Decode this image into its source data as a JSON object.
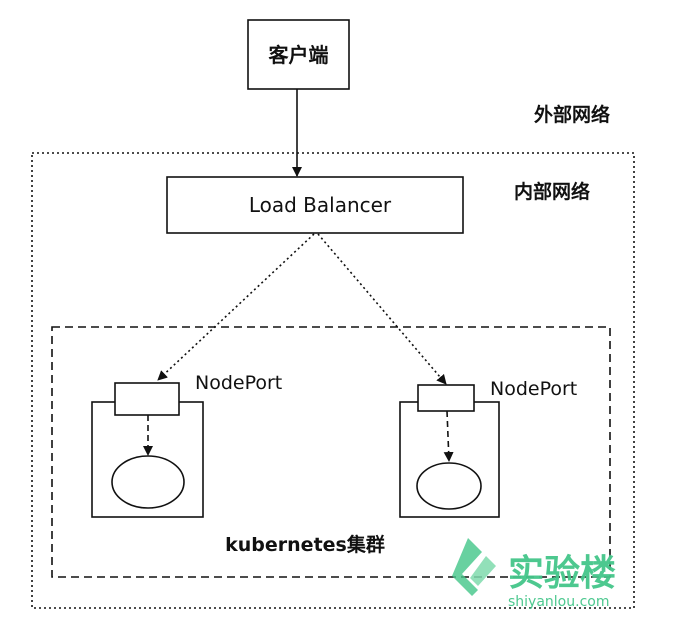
{
  "nodes": {
    "client": "客户端",
    "load_balancer": "Load Balancer",
    "nodeport_left": "NodePort",
    "nodeport_right": "NodePort"
  },
  "regions": {
    "external_network": "外部网络",
    "internal_network": "内部网络",
    "cluster": "kubernetes集群"
  },
  "watermark": {
    "brand_cn": "实验楼",
    "brand_url": "shiyanlou.com",
    "color": "#44c68a"
  },
  "colors": {
    "stroke": "#111111",
    "background": "#ffffff"
  }
}
